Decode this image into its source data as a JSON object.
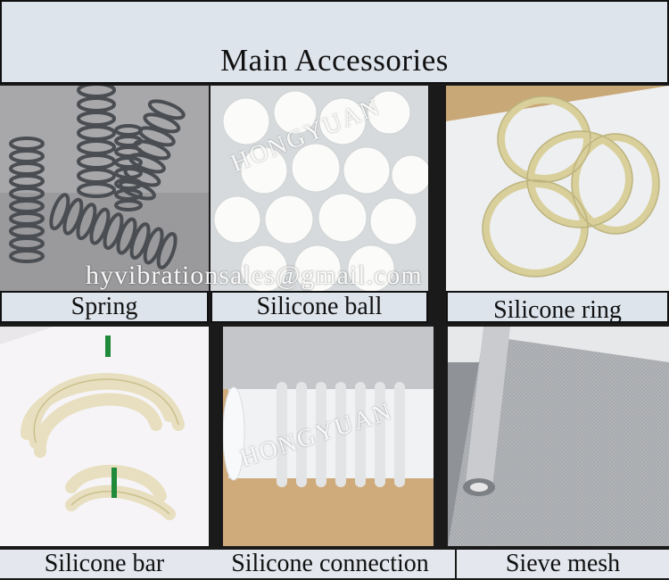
{
  "title": "Main Accessories",
  "items": [
    {
      "label": "Spring"
    },
    {
      "label": "Silicone ball"
    },
    {
      "label": "Silicone ring"
    },
    {
      "label": "Silicone bar"
    },
    {
      "label": "Silicone connection"
    },
    {
      "label": "Sieve mesh"
    }
  ],
  "watermarks": {
    "brand": "HONGYUAN",
    "email": "hyvibrationsales@gmail.com"
  }
}
